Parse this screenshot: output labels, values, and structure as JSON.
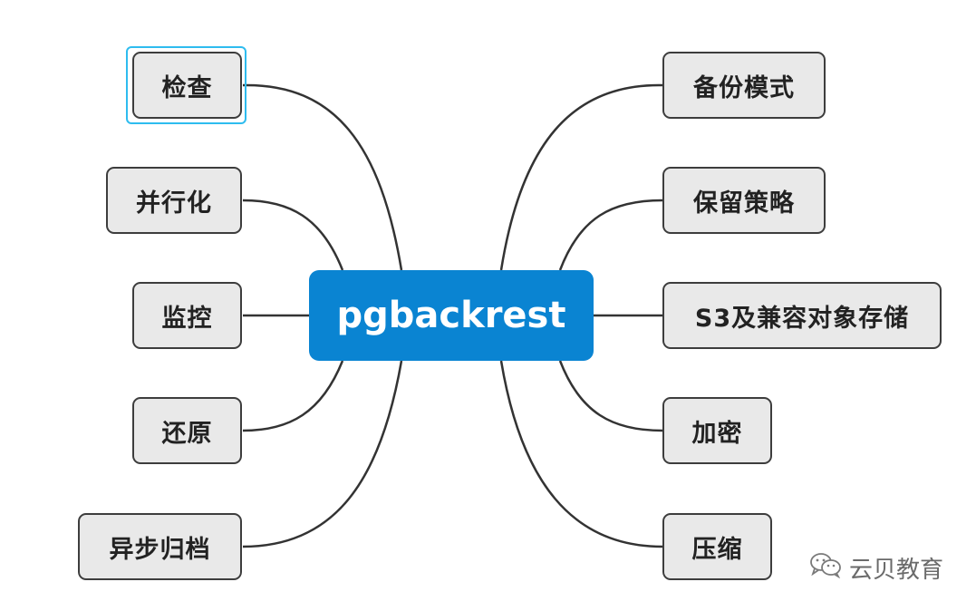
{
  "center": {
    "label": "pgbackrest"
  },
  "left_topics": [
    {
      "label": "检查",
      "selected": true
    },
    {
      "label": "并行化"
    },
    {
      "label": "监控"
    },
    {
      "label": "还原"
    },
    {
      "label": "异步归档"
    }
  ],
  "right_topics": [
    {
      "label": "备份模式"
    },
    {
      "label": "保留策略"
    },
    {
      "label": "S3及兼容对象存储"
    },
    {
      "label": "加密"
    },
    {
      "label": "压缩"
    }
  ],
  "watermark": {
    "text": "云贝教育",
    "icon": "wechat-icon"
  },
  "colors": {
    "center_fill": "#0a84d2",
    "topic_fill": "#e9e9e9",
    "topic_border": "#3d3d3d",
    "selection": "#2ebcef"
  }
}
